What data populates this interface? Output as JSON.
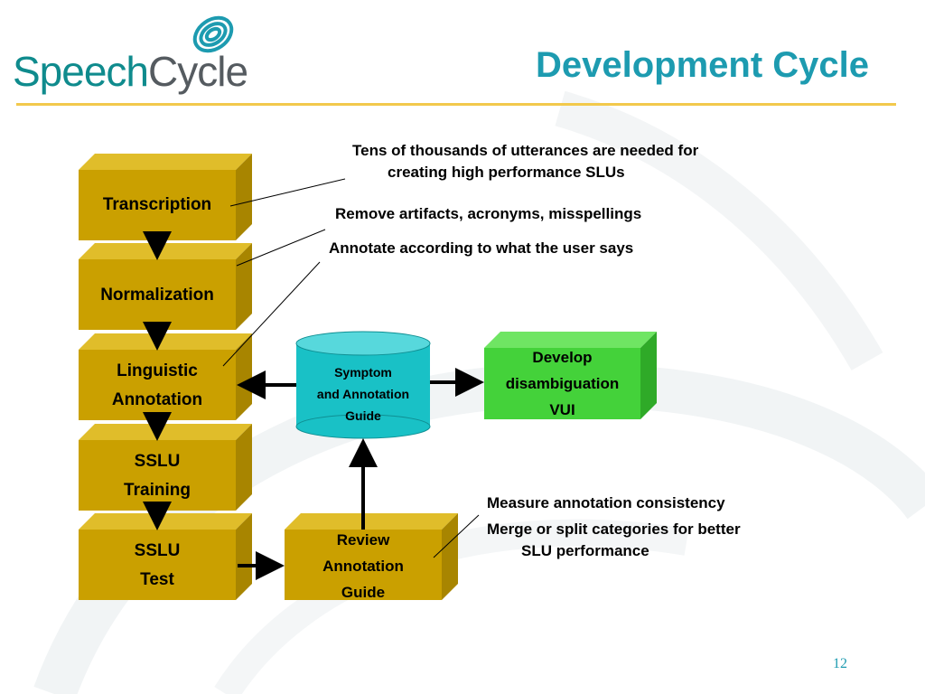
{
  "slide": {
    "title": "Development Cycle",
    "page_number": "12",
    "accent_color": "#f2c94c",
    "title_color": "#1d9bb0"
  },
  "logo": {
    "part1": "Speech",
    "part2": "Cycle"
  },
  "pipeline": [
    {
      "label_lines": [
        "Transcription"
      ]
    },
    {
      "label_lines": [
        "Normalization"
      ]
    },
    {
      "label_lines": [
        "Linguistic",
        "Annotation"
      ]
    },
    {
      "label_lines": [
        "SSLU",
        "Training"
      ]
    },
    {
      "label_lines": [
        "SSLU",
        "Test"
      ]
    }
  ],
  "review_box": {
    "label_lines": [
      "Review",
      "Annotation",
      "Guide"
    ]
  },
  "guide_cylinder": {
    "label_lines": [
      "Symptom",
      "and Annotation",
      "Guide"
    ]
  },
  "develop_box": {
    "label_lines": [
      "Develop",
      "disambiguation",
      "VUI"
    ]
  },
  "notes": {
    "transcription_line1": "Tens of thousands of utterances are needed for",
    "transcription_line2": "creating high performance  SLUs",
    "normalization": "Remove artifacts, acronyms, misspellings",
    "annotation": "Annotate according to what the user says",
    "review_line1": "Measure annotation consistency",
    "review_line2": "Merge or split categories for better",
    "review_line3": "SLU performance"
  },
  "colors": {
    "gold_front": "#caa000",
    "gold_top": "#e0bd2a",
    "gold_side": "#a88500",
    "green_front": "#44d23a",
    "green_top": "#6fe563",
    "green_side": "#2faa28",
    "cylinder": "#19c1c6"
  }
}
